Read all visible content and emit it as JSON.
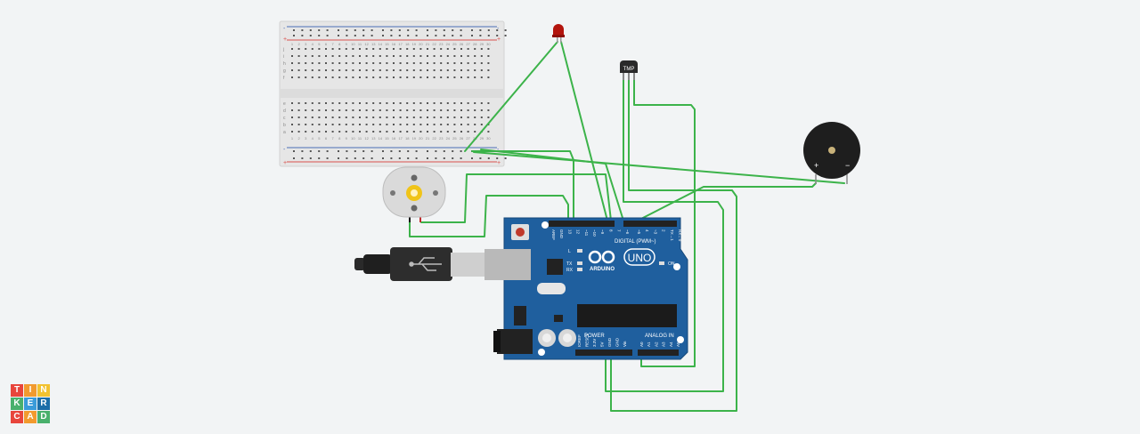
{
  "app": {
    "brand_letters": [
      "T",
      "I",
      "N",
      "K",
      "E",
      "R",
      "C",
      "A",
      "D"
    ],
    "brand_colors": [
      "#e8453c",
      "#f29a2e",
      "#f2c230",
      "#49b06c",
      "#3a9bd9",
      "#1b6ea8",
      "#e8453c",
      "#f29a2e",
      "#49b06c"
    ]
  },
  "breadboard": {
    "columns": [
      "1",
      "2",
      "3",
      "4",
      "5",
      "6",
      "7",
      "8",
      "9",
      "10",
      "11",
      "12",
      "13",
      "14",
      "15",
      "16",
      "17",
      "18",
      "19",
      "20",
      "21",
      "22",
      "23",
      "24",
      "25",
      "26",
      "27",
      "28",
      "29",
      "30"
    ],
    "rows_top": [
      "j",
      "i",
      "h",
      "g",
      "f"
    ],
    "rows_bottom": [
      "e",
      "d",
      "c",
      "b",
      "a"
    ],
    "rail_plus": "+",
    "rail_minus": "-"
  },
  "arduino": {
    "header_digital_label": "DIGITAL (PWM~)",
    "digital_pins": [
      "AREF",
      "GND",
      "13",
      "12",
      "~11",
      "~10",
      "~9",
      "8",
      "7",
      "~6",
      "~5",
      "4",
      "~3",
      "2",
      "TX→1",
      "RX←0"
    ],
    "brand": "ARDUINO",
    "model": "UNO",
    "led_labels": [
      "L",
      "TX",
      "RX"
    ],
    "on_label": "ON",
    "power_label": "POWER",
    "analog_label": "ANALOG IN",
    "power_pins": [
      "IOREF",
      "RESET",
      "3.3V",
      "5V",
      "GND",
      "GND",
      "Vin"
    ],
    "analog_pins": [
      "A0",
      "A1",
      "A2",
      "A3",
      "A4",
      "A5"
    ]
  },
  "sensor": {
    "label": "TMP"
  },
  "buzzer": {
    "plus": "+",
    "minus": "−"
  },
  "colors": {
    "wire": "#3cb34a",
    "board": "#1f5f9e",
    "breadboard": "#e6e6e6",
    "rail_red": "#d9534f",
    "rail_blue": "#4a6fb5",
    "led": "#b3140d"
  }
}
